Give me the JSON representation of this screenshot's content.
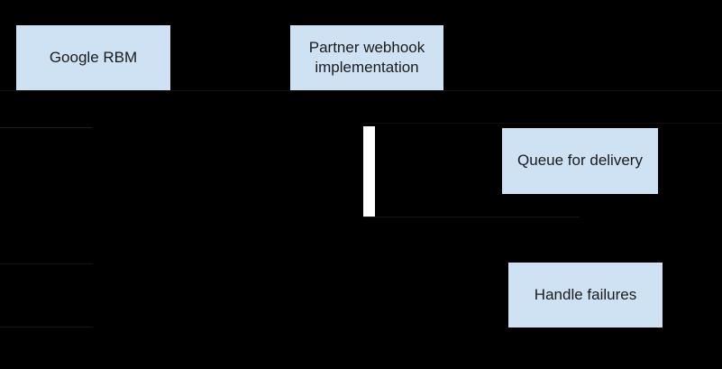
{
  "diagram": {
    "type": "sequence-diagram",
    "colors": {
      "background": "#000000",
      "node_fill": "#cfe2f3",
      "node_text": "#1b1b1b",
      "activation_fill": "#ffffff"
    },
    "nodes": {
      "google_rbm": {
        "label": "Google RBM"
      },
      "partner_webhook": {
        "label": "Partner webhook implementation"
      },
      "queue_for_delivery": {
        "label": "Queue for delivery"
      },
      "handle_failures": {
        "label": "Handle failures"
      }
    }
  }
}
